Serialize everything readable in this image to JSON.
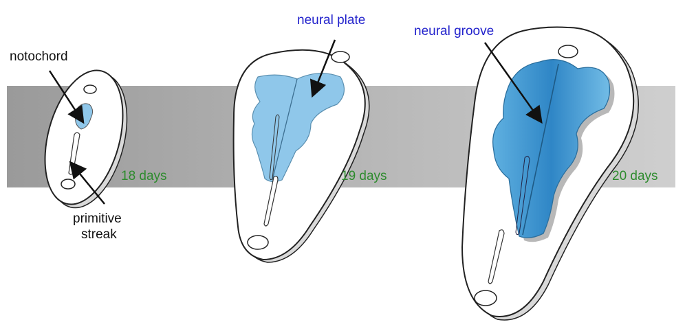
{
  "labels": {
    "notochord": "notochord",
    "primitive_streak_line1": "primitive",
    "primitive_streak_line2": "streak",
    "neural_plate": "neural plate",
    "neural_groove": "neural groove"
  },
  "stages": [
    {
      "age": "18 days"
    },
    {
      "age": "19 days"
    },
    {
      "age": "20 days"
    }
  ],
  "colors": {
    "label_black": "#111111",
    "label_blue": "#2222cc",
    "age_green": "#2e8b2e",
    "band": "#a9a9a9",
    "plate_light": "#8fc7ea",
    "groove_dark": "#3f9ad4"
  }
}
